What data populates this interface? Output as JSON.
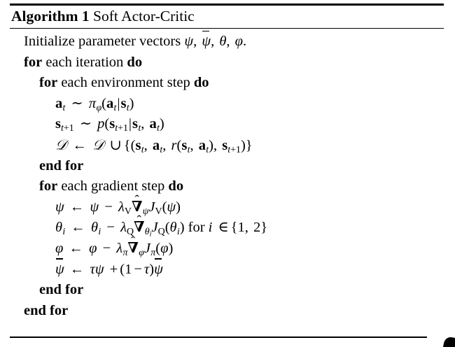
{
  "document": {
    "type": "latex-algorithm-float",
    "background_color": "#ffffff",
    "text_color": "#000000"
  },
  "caption": {
    "keyword": "Algorithm",
    "number": "1",
    "title": "Soft Actor-Critic",
    "full_text": "Algorithm 1 Soft Actor-Critic"
  },
  "algorithm": {
    "lines": [
      {
        "id": "init",
        "indent": 1,
        "text": "Initialize parameter vectors ψ, ψ̄, θ, φ."
      },
      {
        "id": "for-iteration",
        "indent": 1,
        "text": "for each iteration do"
      },
      {
        "id": "for-env-step",
        "indent": 2,
        "text": "for each environment step do"
      },
      {
        "id": "sample-action",
        "indent": 3,
        "text": "a_t ~ π_φ(a_t|s_t)"
      },
      {
        "id": "sample-next-state",
        "indent": 3,
        "text": "s_{t+1} ~ p(s_{t+1}|s_t, a_t)"
      },
      {
        "id": "buffer-update",
        "indent": 3,
        "text": "D ← D ∪ {(s_t, a_t, r(s_t, a_t), s_{t+1})}"
      },
      {
        "id": "end-for-env-step",
        "indent": 2,
        "text": "end for"
      },
      {
        "id": "for-grad-step",
        "indent": 2,
        "text": "for each gradient step do"
      },
      {
        "id": "update-psi",
        "indent": 3,
        "text": "ψ ← ψ − λ_V ∇̂_ψ J_V(ψ)"
      },
      {
        "id": "update-theta",
        "indent": 3,
        "text": "θ_i ← θ_i − λ_Q ∇̂_{θ_i} J_Q(θ_i) for i ∈ {1, 2}"
      },
      {
        "id": "update-phi",
        "indent": 3,
        "text": "φ ← φ − λ_π ∇̂_φ J_π(φ)"
      },
      {
        "id": "update-psi-bar",
        "indent": 3,
        "text": "ψ̄ ← τψ + (1 − τ)ψ̄"
      },
      {
        "id": "end-for-grad-step",
        "indent": 2,
        "text": "end for"
      },
      {
        "id": "end-for-iteration",
        "indent": 1,
        "text": "end for"
      }
    ],
    "keywords": {
      "for": "for",
      "do": "do",
      "end_for": "end for",
      "initialize": "Initialize parameter vectors",
      "each_iteration": "each iteration",
      "each_environment_step": "each environment step",
      "each_gradient_step": "each gradient step",
      "for_condition": "for"
    },
    "symbols": {
      "psi": "ψ",
      "psi_bar": "ψ̄",
      "theta": "θ",
      "phi": "φ",
      "pi": "π",
      "tau": "τ",
      "lambda": "λ",
      "nabla_hat": "∇̂",
      "calD": "𝒟",
      "cup": "∪",
      "gets": "←",
      "sim": "∼",
      "in": "∈",
      "minus": "−",
      "plus": "+",
      "a": "a",
      "s": "s",
      "r": "r",
      "p": "p",
      "J": "J",
      "V": "V",
      "Q": "Q",
      "i": "i",
      "t": "t",
      "one": "1",
      "two": "2"
    }
  }
}
